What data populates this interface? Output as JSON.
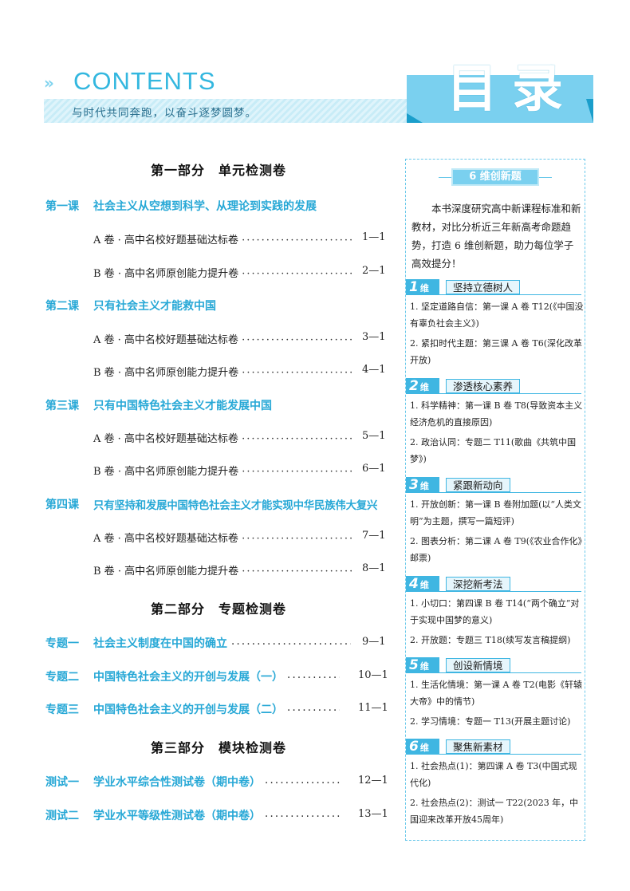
{
  "header": {
    "chevrons": "»",
    "contents": "CONTENTS",
    "slogan": "与时代共同奔跑，以奋斗逐梦圆梦。",
    "title": "目录"
  },
  "parts": [
    {
      "title": "第一部分　单元检测卷",
      "lessons": [
        {
          "no": "第一课",
          "title": "社会主义从空想到科学、从理论到实践的发展",
          "entries": [
            {
              "text": "A 卷 · 高中名校好题基础达标卷",
              "page": "1—1"
            },
            {
              "text": "B 卷 · 高中名师原创能力提升卷",
              "page": "2—1"
            }
          ]
        },
        {
          "no": "第二课",
          "title": "只有社会主义才能救中国",
          "entries": [
            {
              "text": "A 卷 · 高中名校好题基础达标卷",
              "page": "3—1"
            },
            {
              "text": "B 卷 · 高中名师原创能力提升卷",
              "page": "4—1"
            }
          ]
        },
        {
          "no": "第三课",
          "title": "只有中国特色社会主义才能发展中国",
          "entries": [
            {
              "text": "A 卷 · 高中名校好题基础达标卷",
              "page": "5—1"
            },
            {
              "text": "B 卷 · 高中名师原创能力提升卷",
              "page": "6—1"
            }
          ]
        },
        {
          "no": "第四课",
          "title": "只有坚持和发展中国特色社会主义才能实现中华民族伟大复兴",
          "entries": [
            {
              "text": "A 卷 · 高中名校好题基础达标卷",
              "page": "7—1"
            },
            {
              "text": "B 卷 · 高中名师原创能力提升卷",
              "page": "8—1"
            }
          ]
        }
      ]
    },
    {
      "title": "第二部分　专题检测卷",
      "items": [
        {
          "no": "专题一",
          "title": "社会主义制度在中国的确立",
          "page": "9—1"
        },
        {
          "no": "专题二",
          "title": "中国特色社会主义的开创与发展（一）",
          "page": "10—1"
        },
        {
          "no": "专题三",
          "title": "中国特色社会主义的开创与发展（二）",
          "page": "11—1"
        }
      ]
    },
    {
      "title": "第三部分　模块检测卷",
      "items": [
        {
          "no": "测试一",
          "title": "学业水平综合性测试卷（期中卷）",
          "page": "12—1"
        },
        {
          "no": "测试二",
          "title": "学业水平等级性测试卷（期中卷）",
          "page": "13—1"
        }
      ]
    }
  ],
  "sidebar": {
    "heading": "6 维创新题",
    "intro": "本书深度研究高中新课程标准和新教材，对比分析近三年新高考命题趋势，打造 6 维创新题，助力每位学子高效提分！",
    "dimensions": [
      {
        "num": "1",
        "unit": "维",
        "label": "坚持立德树人",
        "items": [
          "1. 坚定道路自信：第一课 A 卷 T12(《中国没有辜负社会主义》)",
          "2. 紧扣时代主题：第三课 A 卷 T6(深化改革开放)"
        ]
      },
      {
        "num": "2",
        "unit": "维",
        "label": "渗透核心素养",
        "items": [
          "1. 科学精神：第一课 B 卷 T8(导致资本主义经济危机的直接原因)",
          "2. 政治认同：专题二 T11(歌曲《共筑中国梦》)"
        ]
      },
      {
        "num": "3",
        "unit": "维",
        "label": "紧跟新动向",
        "items": [
          "1. 开放创新：第一课 B 卷附加题(以“人类文明”为主题，撰写一篇短评)",
          "2. 图表分析：第二课 A 卷 T9(《农业合作化》邮票)"
        ]
      },
      {
        "num": "4",
        "unit": "维",
        "label": "深挖新考法",
        "items": [
          "1. 小切口：第四课 B 卷 T14(“两个确立”对于实现中国梦的意义)",
          "2. 开放题：专题三 T18(续写发言稿提纲)"
        ]
      },
      {
        "num": "5",
        "unit": "维",
        "label": "创设新情境",
        "items": [
          "1. 生活化情境：第一课 A 卷 T2(电影《轩辕大帝》中的情节)",
          "2. 学习情境：专题一 T13(开展主题讨论)"
        ]
      },
      {
        "num": "6",
        "unit": "维",
        "label": "聚焦新素材",
        "items": [
          "1. 社会热点(1)：第四课 A 卷 T3(中国式现代化)",
          "2. 社会热点(2)：测试一 T22(2023 年，中国迎来改革开放45周年)"
        ]
      }
    ]
  },
  "colors": {
    "accent": "#27a8d6",
    "banner": "#7ad0ef",
    "dark_banner": "#1a9ecb"
  }
}
